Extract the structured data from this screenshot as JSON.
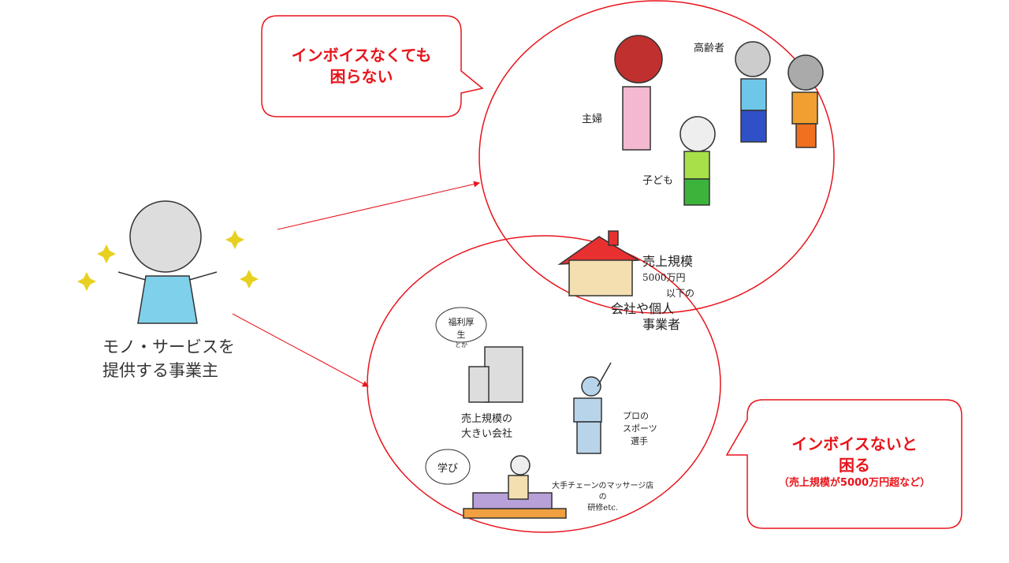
{
  "bubble_top": {
    "line1": "インボイスなくても",
    "line2": "困らない"
  },
  "bubble_bottom": {
    "line1": "インボイスないと",
    "line2": "困る",
    "note": "（売上規模が5000万円超など）"
  },
  "provider_caption": {
    "line1": "モノ・サービスを",
    "line2": "提供する事業主"
  },
  "top_circle_labels": {
    "housewife": "主婦",
    "elderly": "高齢者",
    "child": "子ども"
  },
  "overlap_label": {
    "line1": "売上規模",
    "line2": "5000万円",
    "line3": "以下の",
    "line4": "会社や個人",
    "line5": "事業者"
  },
  "bottom_circle_labels": {
    "welfare": "福利厚生",
    "welfare_sub": "とか",
    "big_company": "売上規模の",
    "big_company2": "大きい会社",
    "athlete": "プロの",
    "athlete2": "スポーツ",
    "athlete3": "選手",
    "learning": "学び",
    "massage": "大手チェーンのマッサージ店",
    "massage2": "の",
    "massage3": "研修etc."
  },
  "colors": {
    "accent": "#e8141b"
  }
}
